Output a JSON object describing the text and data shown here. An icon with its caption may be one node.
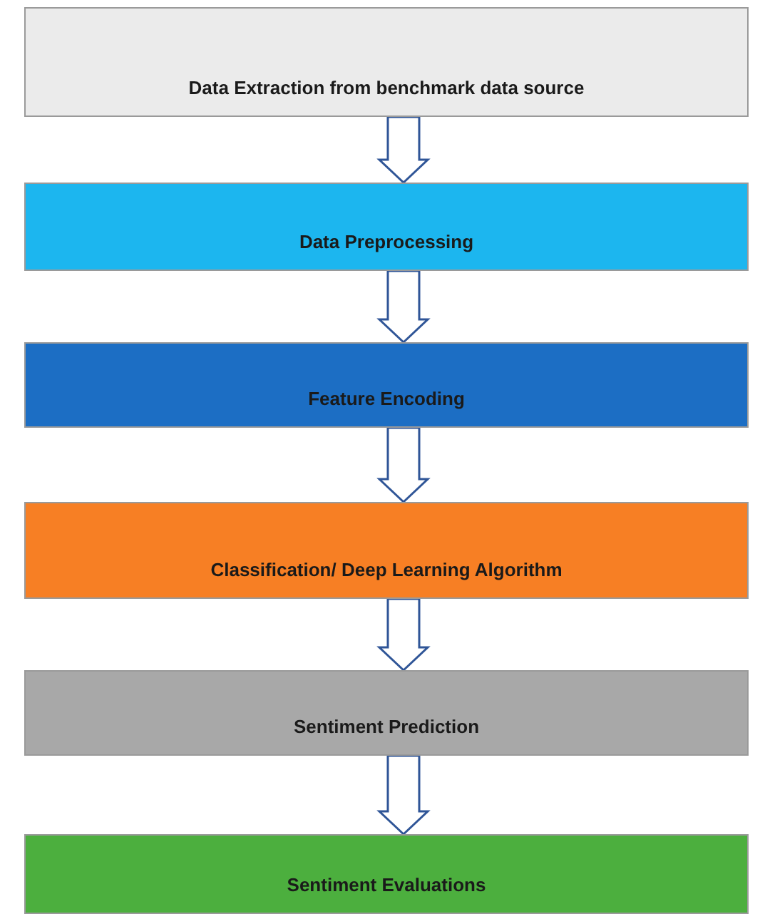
{
  "diagram": {
    "nodes": [
      {
        "text": [
          "Data Extraction from benchmark data source"
        ]
      },
      {
        "text": [
          "Data Preprocessing"
        ]
      },
      {
        "text": [
          "Feature Encoding"
        ]
      },
      {
        "text": [
          "Classification/ Deep Learning Algorithm"
        ]
      },
      {
        "text": [
          "Sentiment Prediction"
        ]
      },
      {
        "text": [
          "Sentiment Evaluations"
        ]
      }
    ],
    "edges": [
      {
        "from": 0,
        "to": 1,
        "arrow": "to"
      },
      {
        "from": 1,
        "to": 2,
        "arrow": "to"
      },
      {
        "from": 2,
        "to": 3,
        "arrow": "to"
      },
      {
        "from": 3,
        "to": 4,
        "arrow": "to"
      },
      {
        "from": 4,
        "to": 5,
        "arrow": "to"
      }
    ]
  }
}
